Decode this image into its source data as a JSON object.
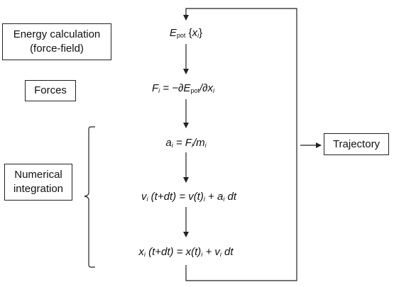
{
  "labels": {
    "energy": [
      "Energy calculation",
      "(force-field)"
    ],
    "forces": "Forces",
    "numerical": [
      "Numerical",
      "integration"
    ],
    "trajectory": "Trajectory"
  },
  "equations": {
    "epot": {
      "E": "E",
      "sub": "pot",
      "rest_open": " {",
      "x": "x",
      "xsub": "i",
      "rest_close": "}"
    },
    "force": {
      "F": "F",
      "Fsub": "i",
      "eq": " = −∂",
      "E": "E",
      "Esub": "pot",
      "slash": "/∂",
      "x": "x",
      "xsub": "i"
    },
    "accel": {
      "a": "a",
      "asub": "i",
      "eq": " = ",
      "F": "F",
      "Fsub": "i",
      "slash": "/",
      "m": "m",
      "msub": "i"
    },
    "velocity": {
      "v": "v",
      "vsub": "i",
      "mid": " (t+dt) = v(t)",
      "vt_sub": "i",
      "plus": " + ",
      "a": "a",
      "asub": "i",
      "dt": " dt"
    },
    "position": {
      "x": "x",
      "xsub": "i",
      "mid": " (t+dt) = x(t)",
      "xt_sub": "i",
      "plus": " + ",
      "v": "v",
      "vsub": "i",
      "dt": " dt"
    }
  }
}
